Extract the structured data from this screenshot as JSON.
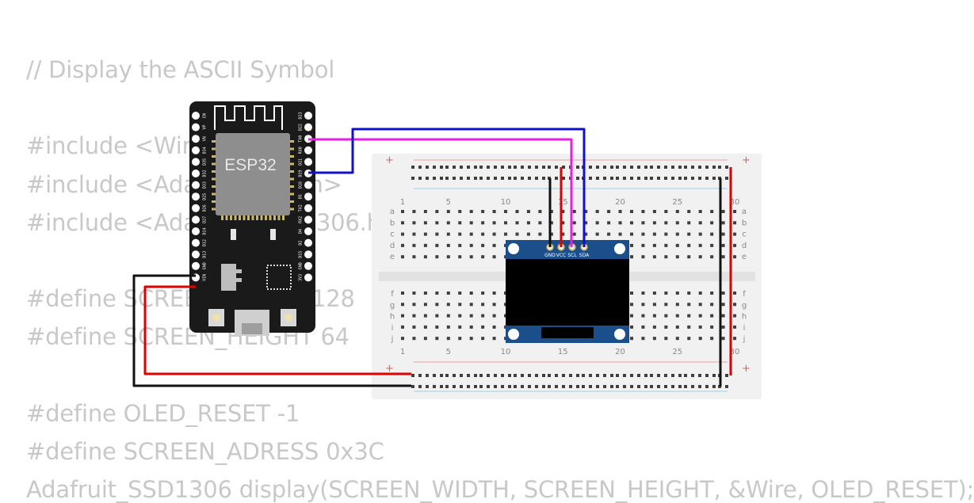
{
  "code_lines": [
    "// Display the ASCII Symbol",
    "",
    "#include <Wire.h>",
    "#include <Adafruit_GFX.h>",
    "#include <Adafruit_SSD1306.h>",
    "",
    "#define SCREEN_WIDTH 128",
    "#define SCREEN_HEIGHT 64",
    "",
    "#define OLED_RESET -1",
    "#define SCREEN_ADRESS 0x3C",
    "Adafruit_SSD1306 display(SCREEN_WIDTH, SCREEN_HEIGHT, &Wire, OLED_RESET);"
  ],
  "esp32": {
    "chip_label": "ESP32",
    "left_pins": [
      "EN",
      "VP",
      "VN",
      "D34",
      "D35",
      "D32",
      "D33",
      "D25",
      "D26",
      "D27",
      "D14",
      "D12",
      "D13",
      "GND",
      "VIN"
    ],
    "right_pins": [
      "D23",
      "D22",
      "TX0",
      "RX0",
      "D21",
      "D19",
      "D18",
      "D5",
      "TX2",
      "RX2",
      "D4",
      "D2",
      "D15",
      "GND",
      "3V3"
    ]
  },
  "oled": {
    "pins": [
      "GND",
      "VCC",
      "SCL",
      "SDA"
    ]
  },
  "breadboard": {
    "column_numbers": [
      "1",
      "5",
      "10",
      "15",
      "20",
      "25",
      "30"
    ],
    "rows_top": [
      "a",
      "b",
      "c",
      "d",
      "e"
    ],
    "rows_bottom": [
      "f",
      "g",
      "h",
      "i",
      "j"
    ],
    "rail_plus": "+",
    "rail_minus": "-"
  },
  "colors": {
    "code_text": "#c8c8c8",
    "wire_gnd": "#111111",
    "wire_vcc": "#e00000",
    "wire_scl": "#e81ee8",
    "wire_sda": "#1010cc",
    "board": "#1a1a1a",
    "oled_pcb": "#1a4f8c",
    "breadboard": "#f1f1f1"
  }
}
